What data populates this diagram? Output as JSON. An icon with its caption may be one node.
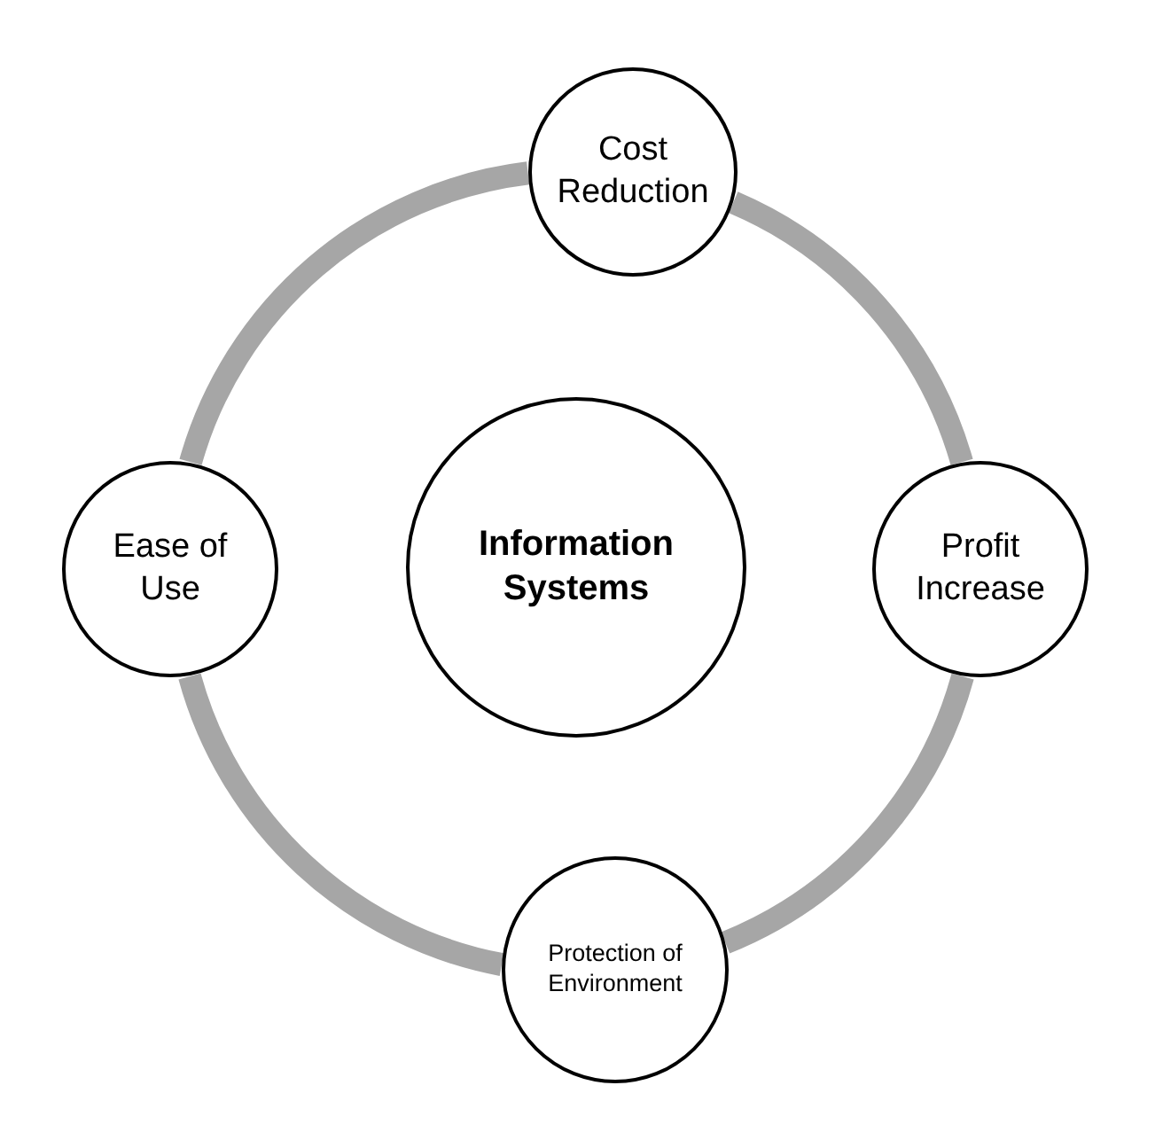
{
  "diagram": {
    "nodes": [
      {
        "text": [
          "Cost Reduction"
        ]
      },
      {
        "text": [
          "Ease of Use"
        ]
      },
      {
        "text": [
          "Information Systems"
        ]
      },
      {
        "text": [
          "Profit Increase"
        ]
      },
      {
        "text": [
          "Protection of Environment"
        ]
      }
    ],
    "edges": [
      {
        "from": 0,
        "to": 3,
        "arrow": "none"
      },
      {
        "from": 3,
        "to": 4,
        "arrow": "none"
      },
      {
        "from": 4,
        "to": 1,
        "arrow": "none"
      },
      {
        "from": 1,
        "to": 0,
        "arrow": "none"
      }
    ]
  }
}
